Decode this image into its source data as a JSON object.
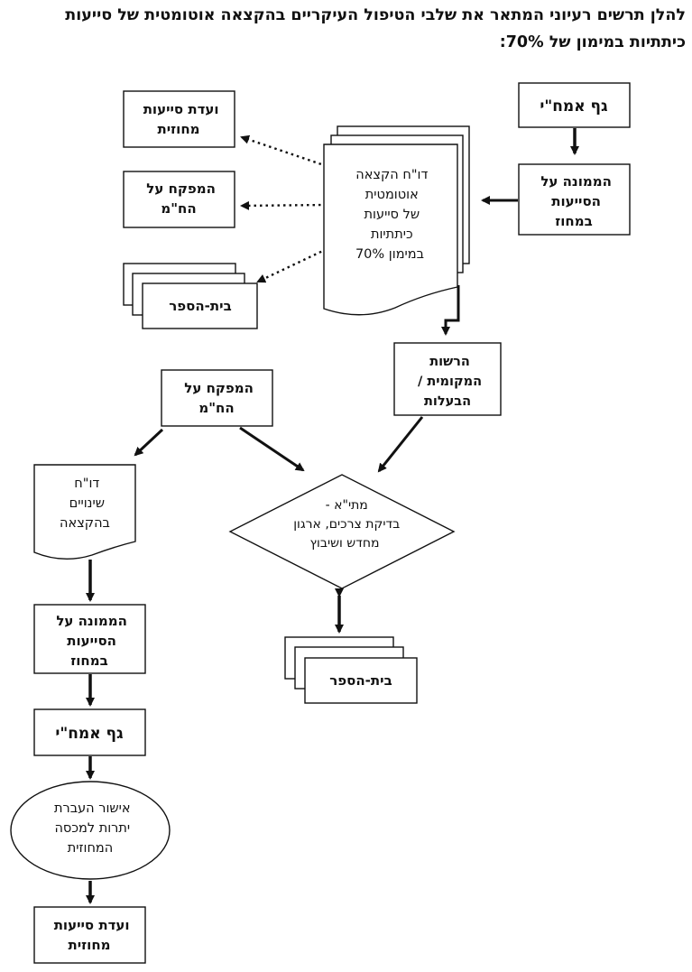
{
  "intro": {
    "line1": "להלן תרשים רעיוני המתאר את שלבי הטיפול העיקריים בהקצאה אוטומטית של סייעות",
    "line2": "כיתתיות במימון של 70%:"
  },
  "nodes": {
    "amach_top": [
      "גף אמח\"י"
    ],
    "district_top": [
      "הממונה על",
      "הסייעות",
      "במחוז"
    ],
    "report": [
      "דו\"ח הקצאה",
      "אוטומטית",
      "של סייעות",
      "כיתתיות",
      "במימון 70%"
    ],
    "committee_top": [
      "ועדת סייעות",
      "מחוזית"
    ],
    "supervisor_a": [
      "המפקח על",
      "הח\"מ"
    ],
    "school_top": [
      "בית-הספר"
    ],
    "authority": [
      "הרשות",
      "המקומית /",
      "הבעלות"
    ],
    "supervisor_b": [
      "המפקח על",
      "הח\"מ"
    ],
    "changes_report": [
      "דו\"ח",
      "שינויים",
      "בהקצאה"
    ],
    "matia": [
      "מתי\"א -",
      "בדיקת צרכים, ארגון",
      "מחדש ושיבוץ"
    ],
    "district_bottom": [
      "הממונה על",
      "הסייעות",
      "במחוז"
    ],
    "school_bottom": [
      "בית-הספר"
    ],
    "amach_bottom": [
      "גף אמח\"י"
    ],
    "approval": [
      "אישור העברת",
      "יתרות למכסה",
      "המחוזית"
    ],
    "committee_bottom": [
      "ועדת סייעות",
      "מחוזית"
    ]
  }
}
